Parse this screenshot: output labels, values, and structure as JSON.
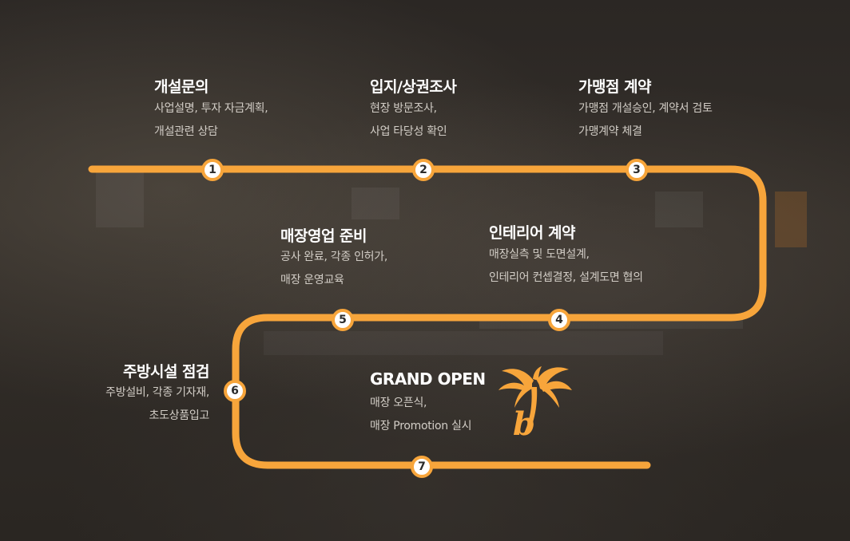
{
  "colors": {
    "accent": "#f7a53b",
    "title": "#ffffff",
    "desc": "#d2cdc6"
  },
  "steps": [
    {
      "number": "1",
      "title": "개설문의",
      "desc": [
        "사업설명, 투자 자금계획,",
        "개설관련 상담"
      ]
    },
    {
      "number": "2",
      "title": "입지/상권조사",
      "desc": [
        "현장 방문조사,",
        "사업 타당성 확인"
      ]
    },
    {
      "number": "3",
      "title": "가맹점 계약",
      "desc": [
        "가맹점 개설승인, 계약서 검토",
        "가맹계약 체결"
      ]
    },
    {
      "number": "4",
      "title": "인테리어 계약",
      "desc": [
        "매장실측 및 도면설계,",
        "인테리어 컨셉결정,  설계도면 협의"
      ]
    },
    {
      "number": "5",
      "title": "매장영업 준비",
      "desc": [
        "공사 완료, 각종 인허가,",
        "매장 운영교육"
      ]
    },
    {
      "number": "6",
      "title": "주방시설 점검",
      "desc": [
        "주방설비, 각종 기자재,",
        "초도상품입고"
      ]
    },
    {
      "number": "7",
      "title": "GRAND OPEN",
      "desc": [
        "매장 오픈식,",
        "매장 Promotion 실시"
      ]
    }
  ],
  "logo_icon": "palm-tree-b-logo"
}
